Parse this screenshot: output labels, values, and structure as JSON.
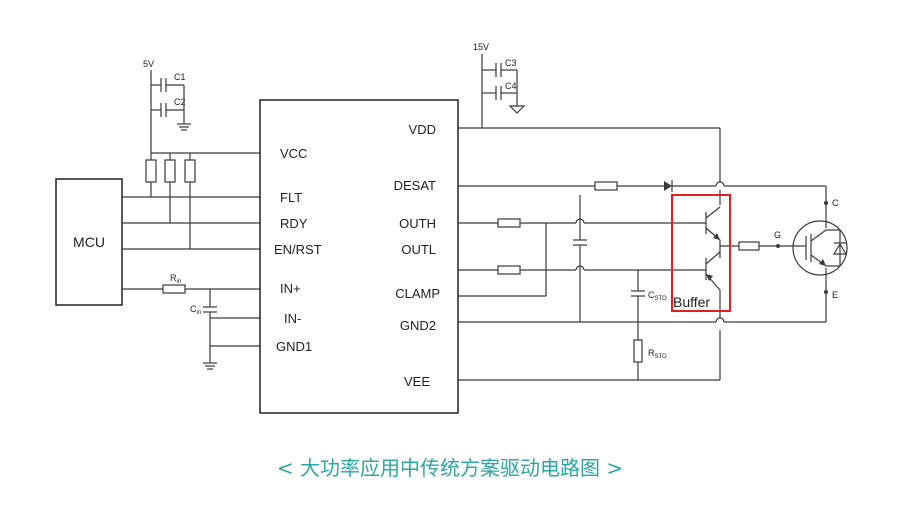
{
  "diagram": {
    "mcu_label": "MCU",
    "driver_pins_left": [
      "VCC",
      "FLT",
      "RDY",
      "EN/RST",
      "IN+",
      "IN-",
      "GND1"
    ],
    "driver_pins_right": [
      "VDD",
      "DESAT",
      "OUTH",
      "OUTL",
      "CLAMP",
      "GND2",
      "VEE"
    ],
    "supply_5v": "5V",
    "supply_15v": "15V",
    "caps": [
      "C1",
      "C2",
      "C3",
      "C4"
    ],
    "rin": {
      "main": "R",
      "sub": "in"
    },
    "cin": {
      "main": "C",
      "sub": "in"
    },
    "csto": {
      "main": "C",
      "sub": "STO"
    },
    "rsto": {
      "main": "R",
      "sub": "STO"
    },
    "buffer_label": "Buffer",
    "gate_label": "G",
    "collector_label": "C",
    "emitter_label": "E",
    "highlight_color": "#e02020"
  },
  "caption": "< 大功率应用中传统方案驱动电路图 >"
}
